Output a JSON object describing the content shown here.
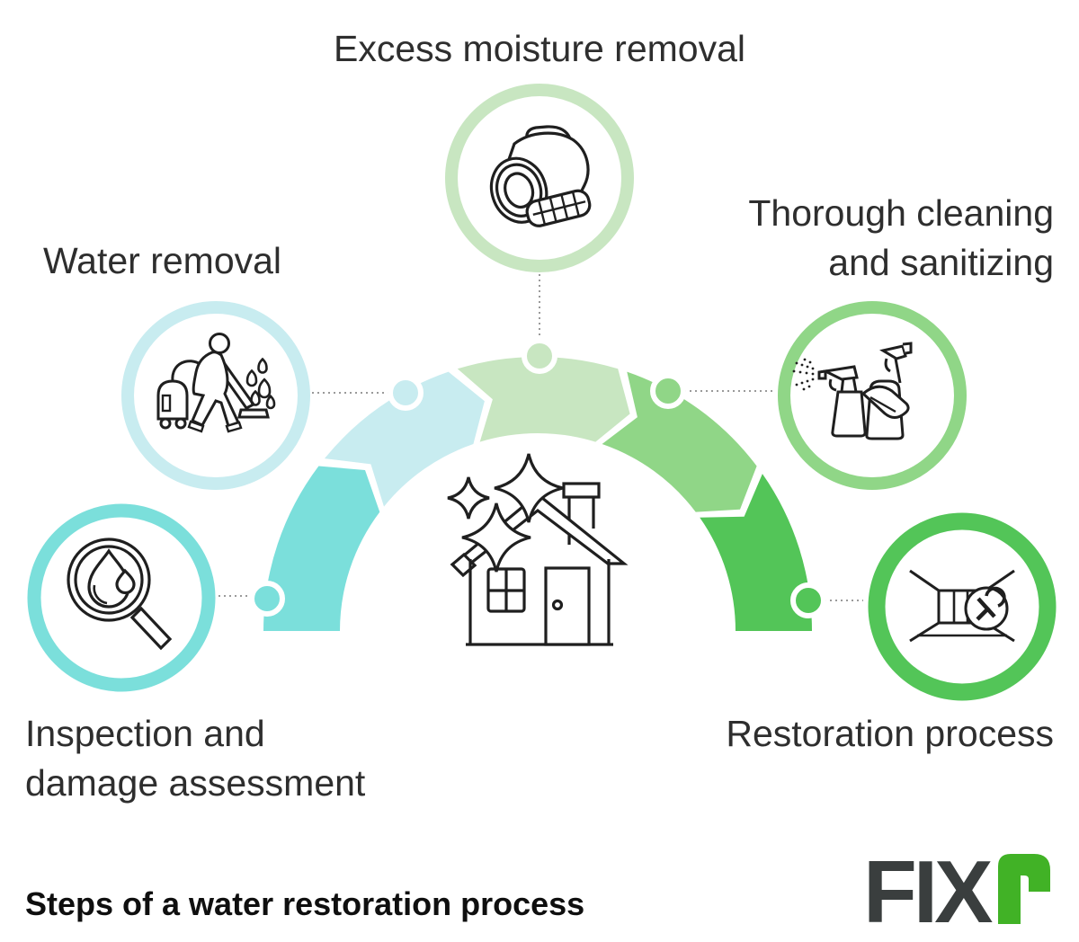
{
  "title": "Steps of a water restoration process",
  "steps": [
    {
      "name": "inspection-and-damage-assessment",
      "lines": [
        "Inspection and",
        "damage assessment"
      ],
      "color": "#7BDFDB",
      "icon": "magnifier-water-drop-icon"
    },
    {
      "name": "water-removal",
      "lines": [
        "Water removal"
      ],
      "color": "#C8ECF0",
      "icon": "wet-vacuum-person-icon"
    },
    {
      "name": "excess-moisture-removal",
      "lines": [
        "Excess moisture removal"
      ],
      "color": "#C8E6C1",
      "icon": "air-mover-icon"
    },
    {
      "name": "thorough-cleaning-and-sanitizing",
      "lines": [
        "Thorough cleaning",
        "and sanitizing"
      ],
      "color": "#90D687",
      "icon": "spray-bottles-icon"
    },
    {
      "name": "restoration-process",
      "lines": [
        "Restoration process"
      ],
      "color": "#53C558",
      "icon": "room-repair-icon"
    }
  ],
  "center_icon": "sparkling-clean-house-icon",
  "logo": {
    "text_dark": "FIX",
    "text_green": "r",
    "color_dark": "#3A3E3E",
    "color_green": "#41B226"
  },
  "colors": {
    "connector": "#9A9A9A",
    "icon_stroke": "#1F1F1F",
    "label_text": "#2E2E2E",
    "title_text": "#0F0F0F"
  }
}
